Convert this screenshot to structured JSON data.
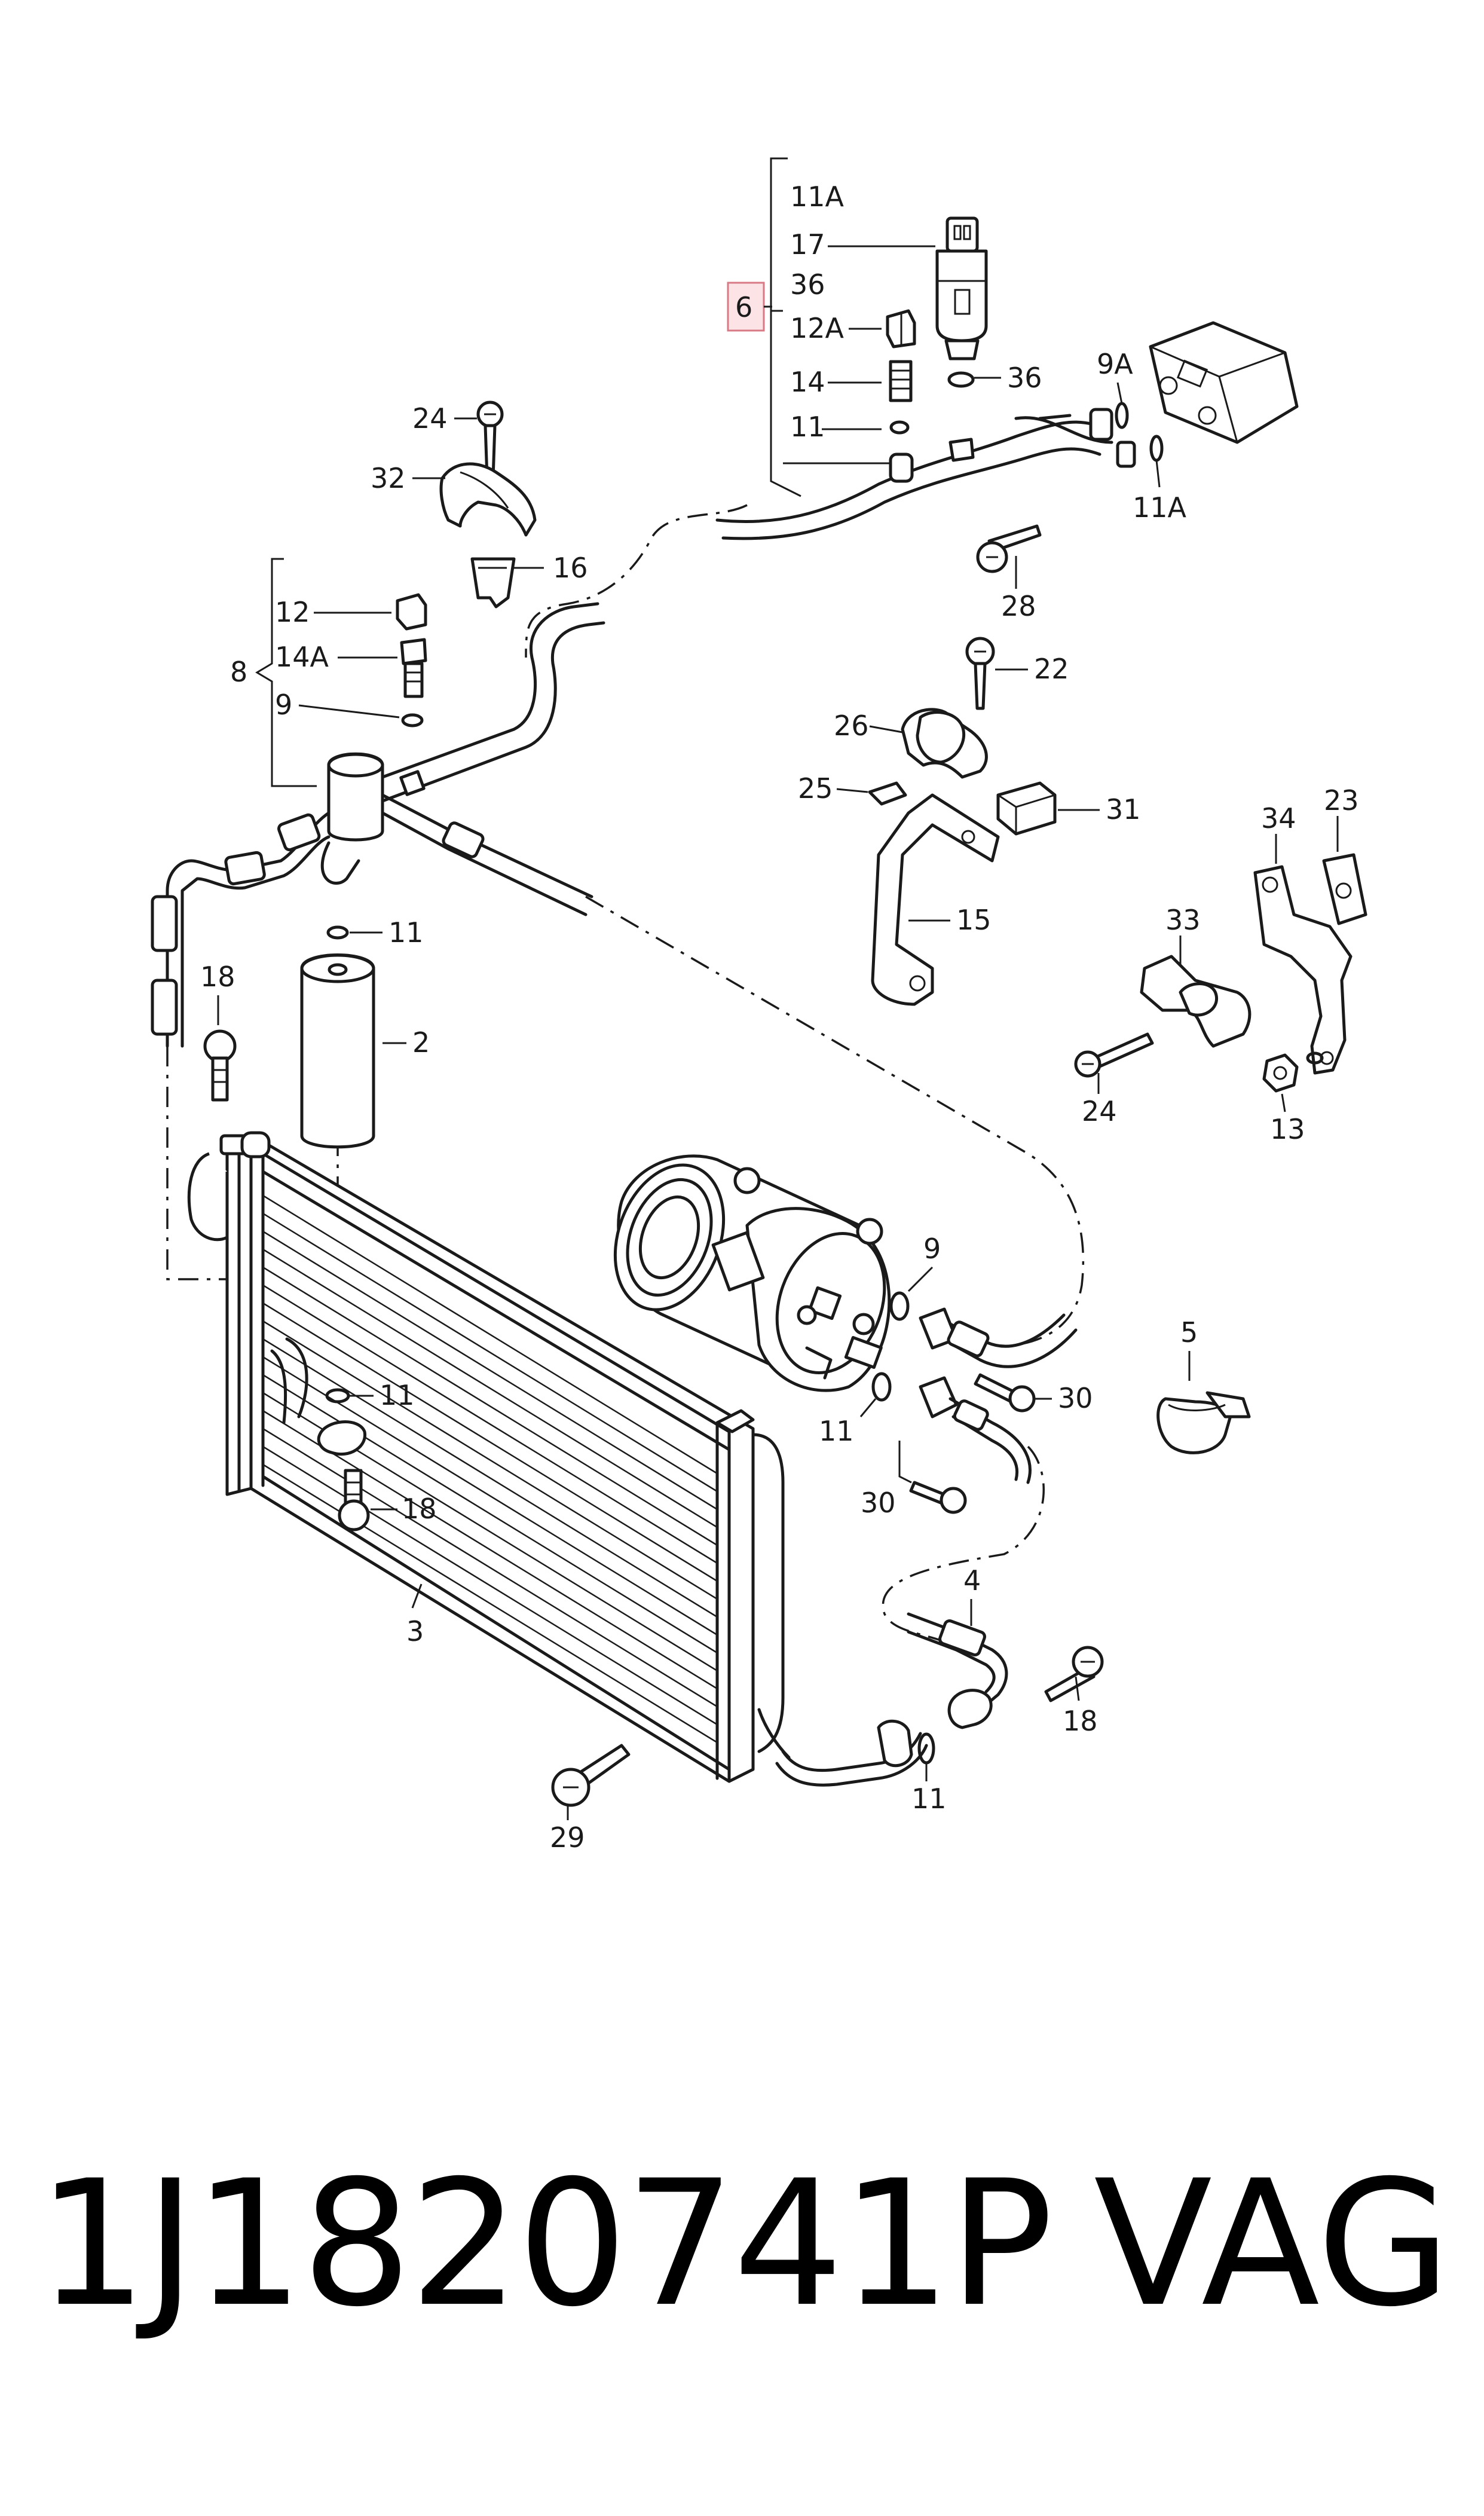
{
  "diagram": {
    "callouts": {
      "c11A_top": "11A",
      "c17": "17",
      "c36_a": "36",
      "c6": "6",
      "c12A": "12A",
      "c14": "14",
      "c11_top": "11",
      "c36_b": "36",
      "c9A": "9A",
      "c11A_right": "11A",
      "c28": "28",
      "c24_top": "24",
      "c32": "32",
      "c16": "16",
      "c12": "12",
      "c8": "8",
      "c14A": "14A",
      "c9_left": "9",
      "c22": "22",
      "c26": "26",
      "c25": "25",
      "c31": "31",
      "c15": "15",
      "c34": "34",
      "c23": "23",
      "c33": "33",
      "c24_right": "24",
      "c13": "13",
      "c11_drier": "11",
      "c2": "2",
      "c18_left": "18",
      "c9_comp": "9",
      "c5": "5",
      "c11_lower": "11",
      "c18_mid": "18",
      "c11_comp": "11",
      "c30_a": "30",
      "c30_b": "30",
      "c3": "3",
      "c4": "4",
      "c18_right": "18",
      "c11_bottom": "11",
      "c29": "29"
    }
  },
  "footer": {
    "part_number": "1J1820741P",
    "brand": "VAG"
  }
}
